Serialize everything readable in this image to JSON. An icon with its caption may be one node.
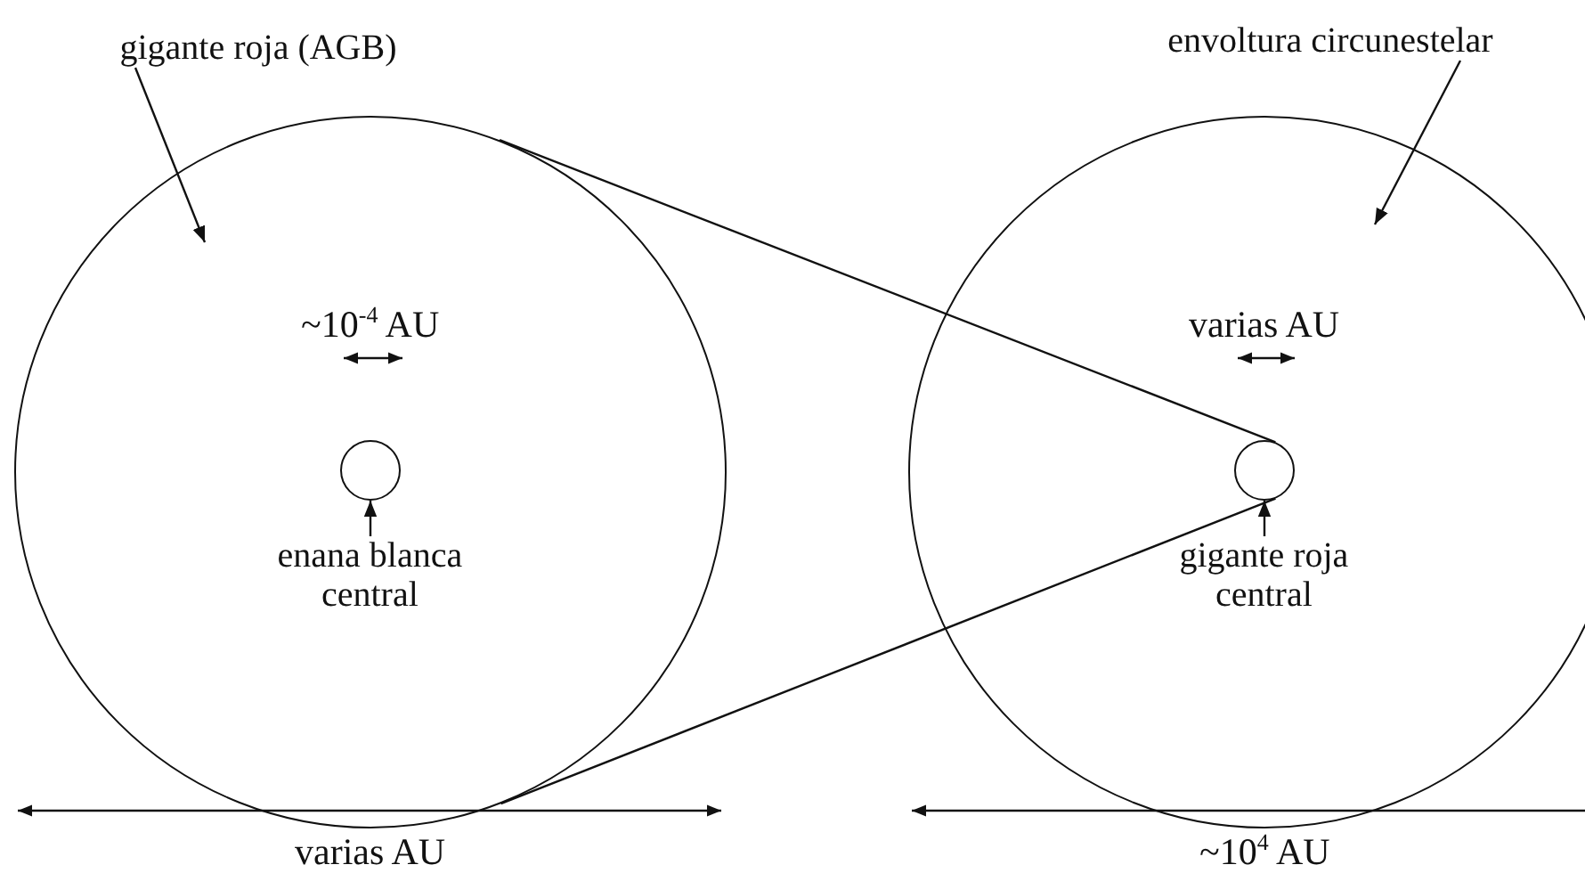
{
  "diagram": {
    "nodes": [
      {
        "text": [
          "gigante roja (AGB)"
        ]
      },
      {
        "text": [],
        "shape": "circle"
      },
      {
        "text": [],
        "shape": "circle",
        "in": 1
      },
      {
        "text": [
          "enana blanca central"
        ],
        "in": 1
      },
      {
        "text": [
          "envoltura circunestelar"
        ]
      },
      {
        "text": [],
        "shape": "circle"
      },
      {
        "text": [],
        "shape": "circle",
        "in": 5
      },
      {
        "text": [
          "gigante roja central"
        ],
        "in": 5
      }
    ],
    "edges": [
      {
        "from": 0,
        "to": 1,
        "arrow": "to"
      },
      {
        "from": 3,
        "to": 2,
        "arrow": "to"
      },
      {
        "from": 4,
        "to": 5,
        "arrow": "to"
      },
      {
        "from": 7,
        "to": 6,
        "arrow": "to"
      },
      {
        "from": 1,
        "to": 6,
        "arrow": "none"
      },
      {
        "from": 1,
        "to": 6,
        "arrow": "none"
      }
    ],
    "labels": [
      "~10$^{-4}$ AU",
      "varias AU",
      "varias AU",
      "~10$^{4}$ AU"
    ]
  }
}
